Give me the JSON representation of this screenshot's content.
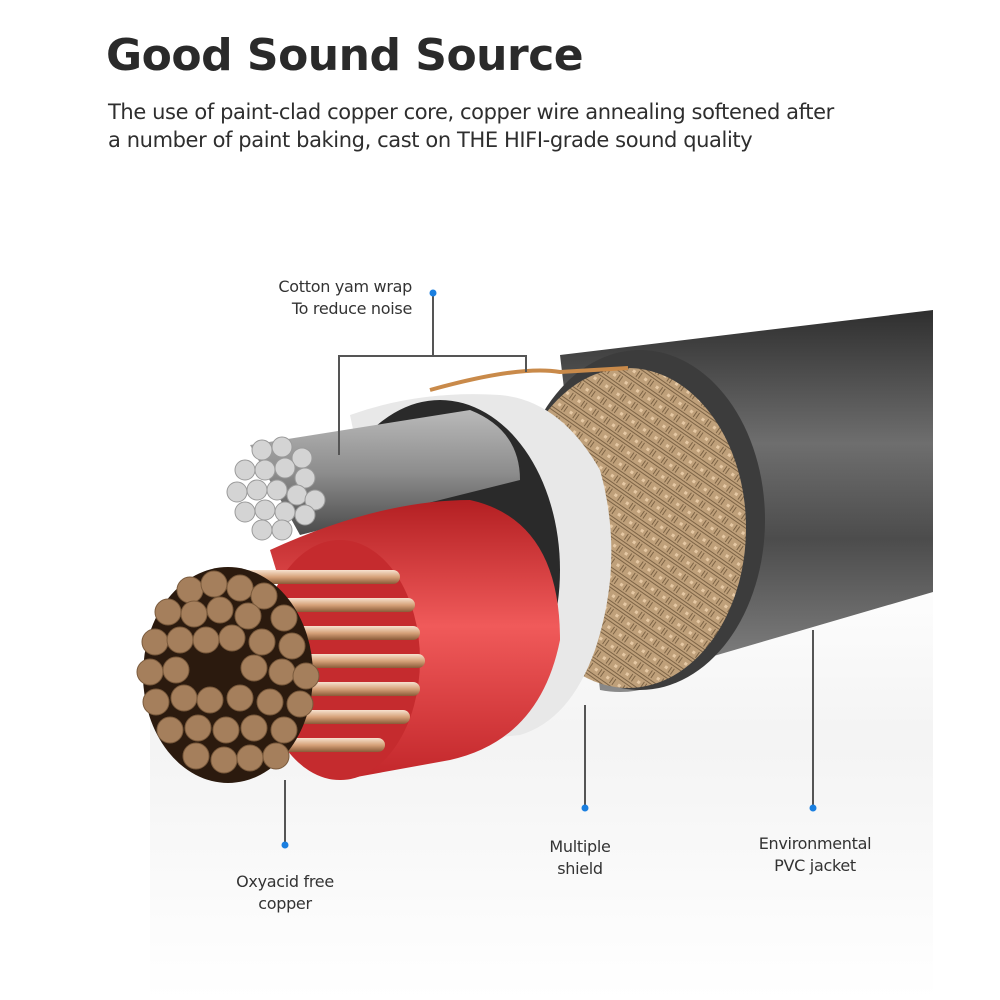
{
  "header": {
    "title": "Good Sound Source",
    "subtitle_lines": [
      "The use of paint-clad copper core, copper wire annealing softened after",
      "a number of paint baking, cast on THE HIFI-grade sound quality"
    ]
  },
  "callouts": [
    {
      "id": "cotton-yarn-wrap",
      "lines": [
        "Cotton yam wrap",
        "To reduce noise"
      ]
    },
    {
      "id": "oxyacid-free-copper",
      "lines": [
        "Oxyacid free",
        "copper"
      ]
    },
    {
      "id": "multiple-shield",
      "lines": [
        "Multiple",
        "shield"
      ]
    },
    {
      "id": "environmental-pvc-jacket",
      "lines": [
        "Environmental",
        "PVC jacket"
      ]
    }
  ],
  "colors": {
    "accent_dot": "#1a7fe0",
    "leader_line": "#555555",
    "jacket": "#4a4a4a",
    "insulation_red": "#e0383a",
    "copper": "#a57f5c",
    "silver": "#cfcfcf",
    "foil": "#e9e9e9",
    "braid": "#b89a72"
  }
}
